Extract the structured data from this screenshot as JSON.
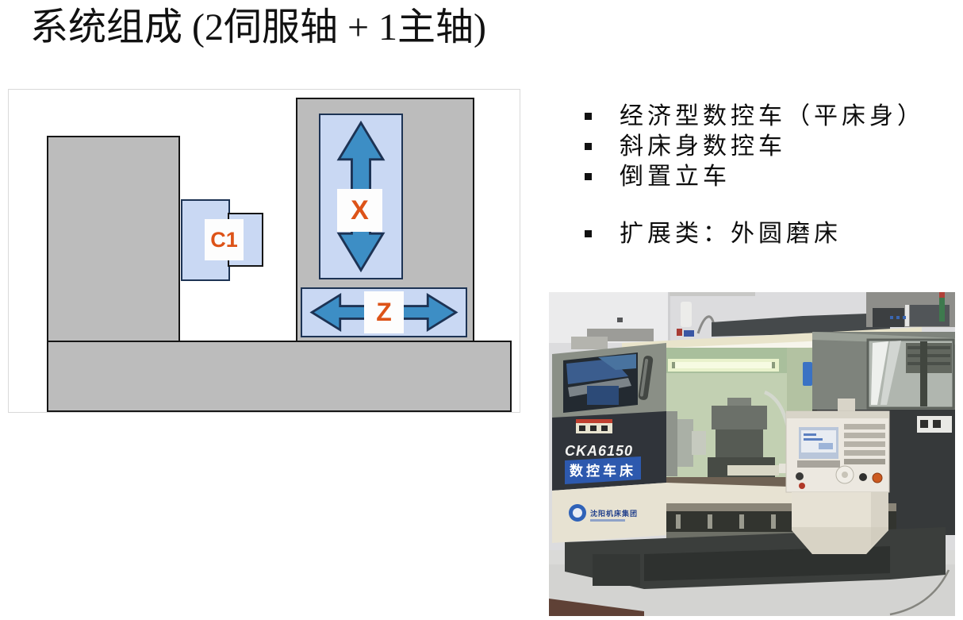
{
  "title": "系统组成 (2伺服轴 + 1主轴)",
  "diagram": {
    "labels": {
      "c_axis": "C1",
      "x_axis": "X",
      "z_axis": "Z"
    },
    "colors": {
      "machine_gray": "#bcbcbc",
      "slide_blue": "#c9d8f3",
      "arrow_blue": "#3d8ec5",
      "arrow_outline": "#1d3354",
      "label_orange": "#dd5318"
    }
  },
  "bullets": {
    "items": [
      "经济型数控车（平床身）",
      "斜床身数控车",
      "倒置立车",
      "扩展类：外圆磨床"
    ]
  },
  "photo": {
    "model": "CKA6150",
    "type_label": "数控车床",
    "brand": "沈阳机床集团"
  }
}
